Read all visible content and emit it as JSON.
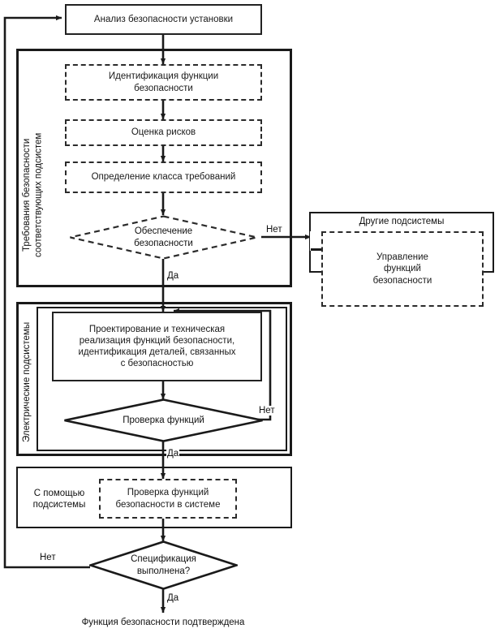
{
  "diagram": {
    "title": "Анализ безопасности установки",
    "language": "ru",
    "top_node": {
      "label": "Анализ безопасности установки"
    },
    "groups": [
      {
        "id": "requirements",
        "side_label": "Требования безопасности\nсоответствующих подсистем"
      },
      {
        "id": "electrical",
        "side_label": "Электрические подсистемы"
      },
      {
        "id": "with-subsystem",
        "side_label": "С помощью\nподсистемы"
      },
      {
        "id": "other-subsystems",
        "header_label": "Другие подсистемы"
      }
    ],
    "steps": {
      "identify_function": "Идентификация функции\nбезопасности",
      "risk_assessment": "Оценка рисков",
      "requirement_class": "Определение класса требований",
      "design_implementation": "Проектирование и техническая\nреализация функций безопасности,\nидентификация деталей, связанных\nс безопасностью",
      "system_check": "Проверка функций\nбезопасности в системе",
      "safety_management": "Управление\nфункций\nбезопасности"
    },
    "decisions": {
      "safety_provision": "Обеспечение\nбезопасности",
      "function_check": "Проверка функций",
      "specification_met": "Спецификация\nвыполнена?"
    },
    "edge_labels": {
      "yes": "Да",
      "no": "Нет",
      "safety_no": "Нет",
      "safety_yes": "Да",
      "function_no": "Нет",
      "function_yes": "Да",
      "spec_no": "Нет",
      "spec_yes": "Да"
    },
    "terminal": {
      "label": "Функция безопасности подтверждена"
    },
    "colors": {
      "line": "#1a1a1a",
      "text": "#111111",
      "background": "#ffffff"
    }
  }
}
